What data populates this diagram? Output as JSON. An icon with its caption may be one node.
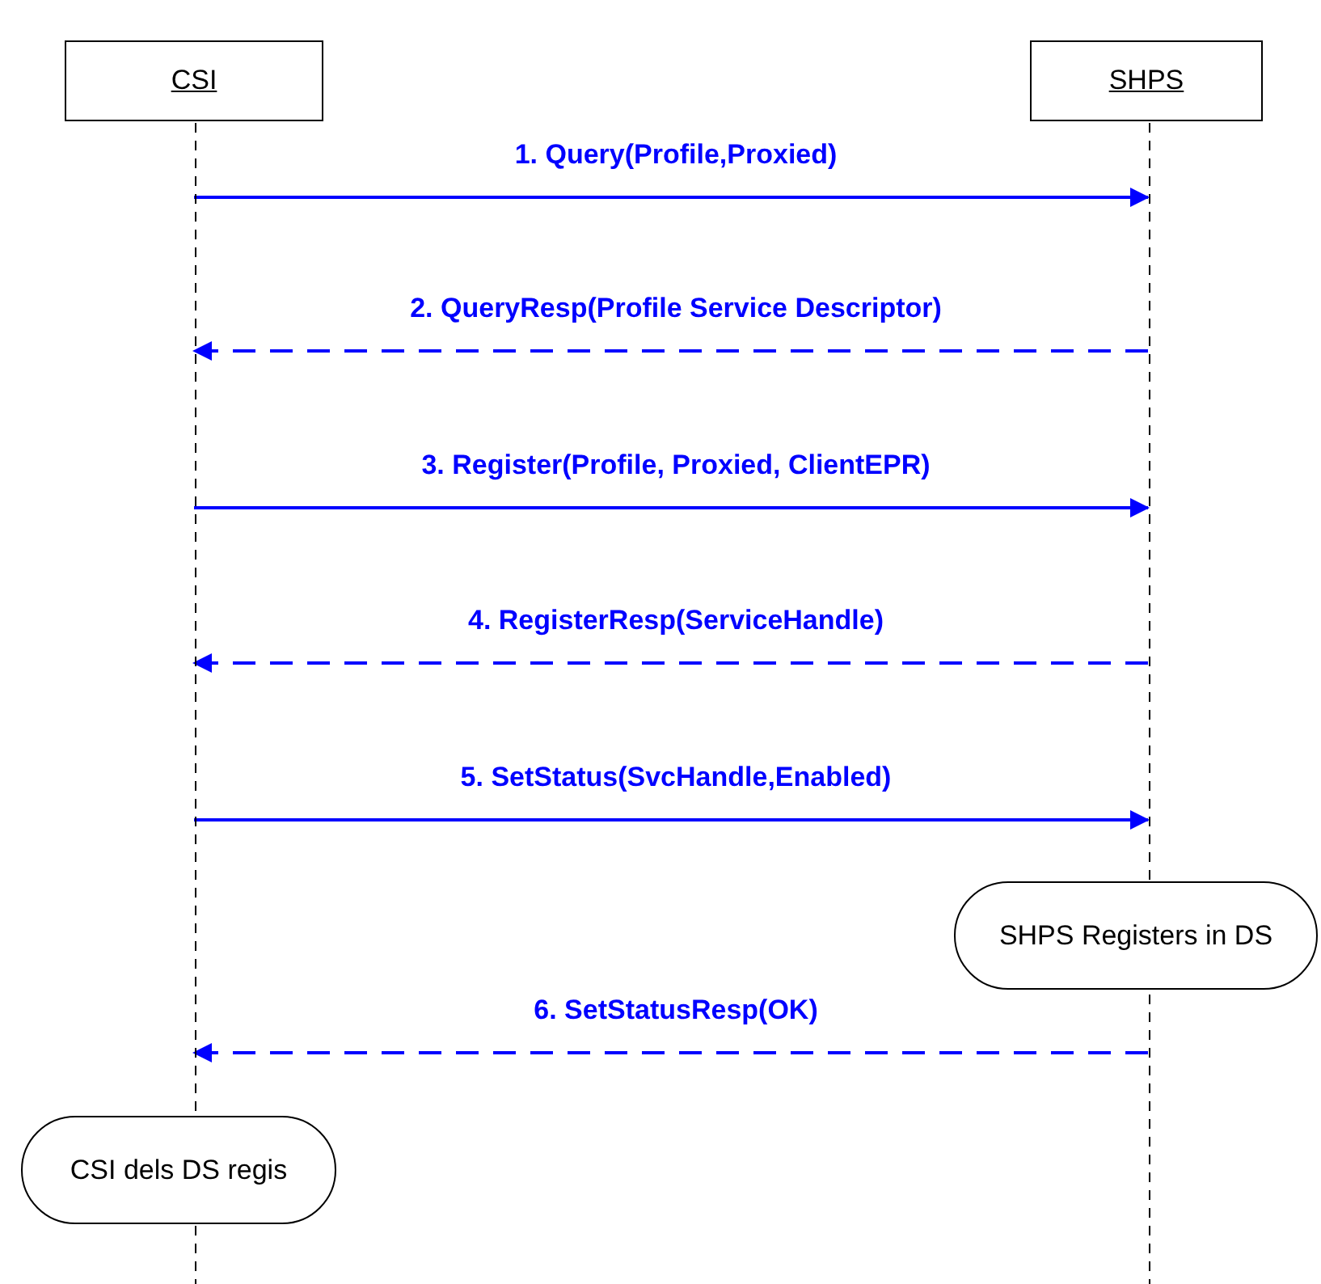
{
  "diagram": {
    "nodes": [
      {
        "text": [
          "CSI"
        ]
      },
      {
        "text": [
          "SHPS"
        ]
      },
      {
        "text": [
          "SHPS Registers in DS"
        ]
      },
      {
        "text": [
          "CSI dels DS regis"
        ]
      }
    ],
    "edges": [
      {
        "from": 0,
        "to": 1,
        "arrow": "to",
        "label": "1. Query(Profile,Proxied)"
      },
      {
        "from": 1,
        "to": 0,
        "arrow": "to",
        "label": "2. QueryResp(Profile Service Descriptor)",
        "style": "dashed"
      },
      {
        "from": 0,
        "to": 1,
        "arrow": "to",
        "label": "3. Register(Profile, Proxied, ClientEPR)"
      },
      {
        "from": 1,
        "to": 0,
        "arrow": "to",
        "label": "4. RegisterResp(ServiceHandle)",
        "style": "dashed"
      },
      {
        "from": 0,
        "to": 1,
        "arrow": "to",
        "label": "5. SetStatus(SvcHandle,Enabled)"
      },
      {
        "from": 1,
        "to": 0,
        "arrow": "to",
        "label": "6. SetStatusResp(OK)",
        "style": "dashed"
      }
    ]
  }
}
